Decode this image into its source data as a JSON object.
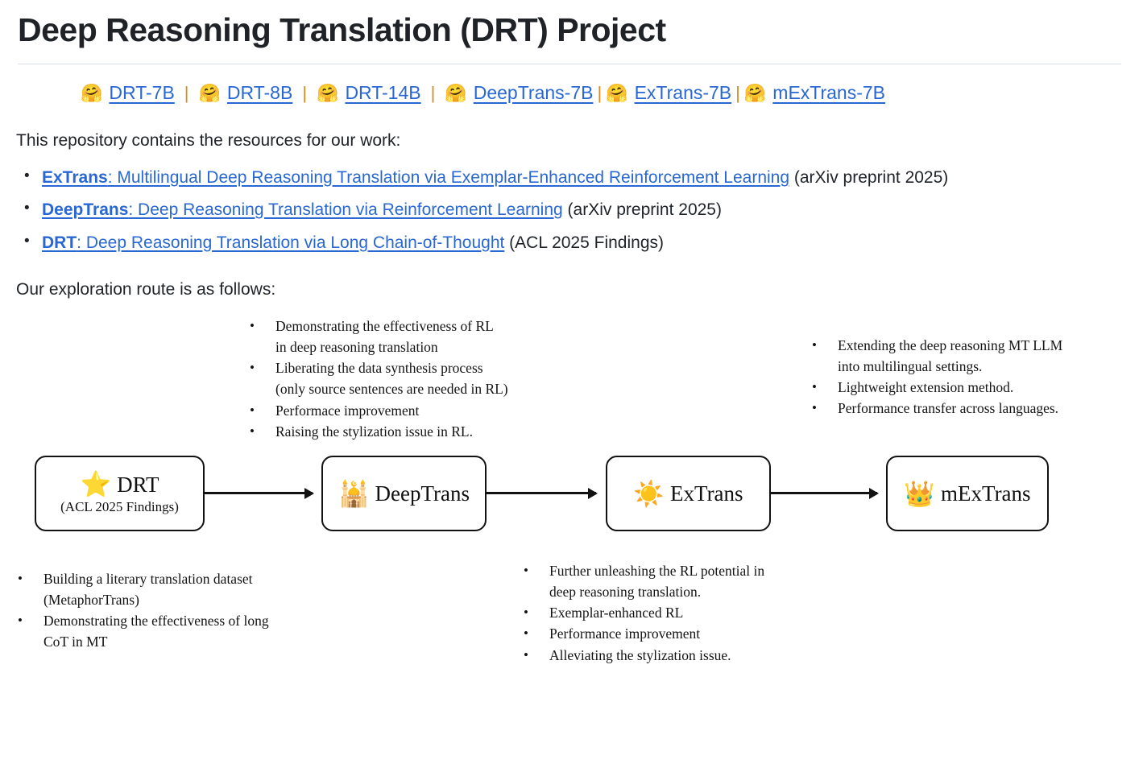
{
  "header": {
    "title": "Deep Reasoning Translation (DRT) Project"
  },
  "model_links": {
    "hf_emoji": "🤗",
    "separator": "|",
    "items": [
      {
        "label": "DRT-7B"
      },
      {
        "label": "DRT-8B"
      },
      {
        "label": "DRT-14B"
      },
      {
        "label": "DeepTrans-7B"
      },
      {
        "label": "ExTrans-7B"
      },
      {
        "label": "mExTrans-7B"
      }
    ]
  },
  "intro": {
    "text": "This repository contains the resources for our work:"
  },
  "resources": [
    {
      "name": "ExTrans",
      "link_rest": ": Multilingual Deep Reasoning Translation via Exemplar-Enhanced Reinforcement Learning",
      "venue": " (arXiv preprint 2025)"
    },
    {
      "name": "DeepTrans",
      "link_rest": ": Deep Reasoning Translation via Reinforcement Learning",
      "venue": " (arXiv preprint 2025)"
    },
    {
      "name": "DRT",
      "link_rest": ": Deep Reasoning Translation via Long Chain-of-Thought",
      "venue": " (ACL 2025 Findings)"
    }
  ],
  "route": {
    "text": "Our exploration route is as follows:"
  },
  "diagram": {
    "nodes": [
      {
        "emoji": "⭐",
        "name": "DRT",
        "sub": "(ACL 2025 Findings)"
      },
      {
        "emoji": "🕌",
        "name": "DeepTrans",
        "sub": ""
      },
      {
        "emoji": "☀️",
        "name": "ExTrans",
        "sub": ""
      },
      {
        "emoji": "👑",
        "name": "mExTrans",
        "sub": ""
      }
    ],
    "notes": {
      "top_left": [
        "Demonstrating the effectiveness of RL\nin deep reasoning translation",
        "Liberating the data synthesis process\n(only source sentences are needed in RL)",
        "Performace improvement",
        "Raising the stylization issue in RL."
      ],
      "top_right": [
        "Extending the deep reasoning MT LLM\ninto multilingual settings.",
        "Lightweight extension method.",
        "Performance transfer across languages."
      ],
      "bottom_left": [
        "Building a literary translation dataset\n(MetaphorTrans)",
        "Demonstrating the effectiveness of long\nCoT in MT"
      ],
      "bottom_right": [
        "Further unleashing the RL potential in\ndeep reasoning translation.",
        "Exemplar-enhanced RL",
        "Performance improvement",
        "Alleviating the stylization issue."
      ]
    },
    "bullet_glyph": "•"
  },
  "colors": {
    "link": "#2968d4",
    "text": "#1f2328",
    "rule": "#d8dee4",
    "separator": "#d98b1e",
    "node_border": "#121212"
  }
}
